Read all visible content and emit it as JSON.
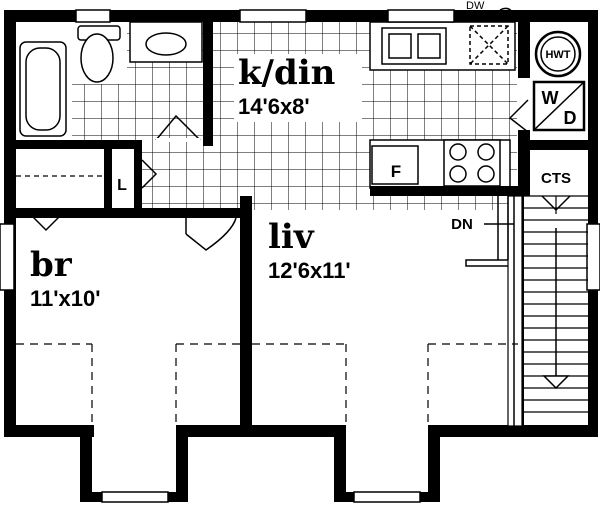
{
  "rooms": {
    "kitchen_dining": {
      "name": "k/din",
      "dims": "14'6x8'"
    },
    "bedroom": {
      "name": "br",
      "dims": "11'x10'"
    },
    "living": {
      "name": "liv",
      "dims": "12'6x11'"
    }
  },
  "labels": {
    "dishwasher": "DW",
    "hot_water_tank": "HWT",
    "washer_dryer_top": "W",
    "washer_dryer_bottom": "D",
    "fridge": "F",
    "linen": "L",
    "stairs_cts": "CTS",
    "stairs_down": "DN"
  },
  "colors": {
    "wall": "#000000",
    "background": "#ffffff"
  }
}
